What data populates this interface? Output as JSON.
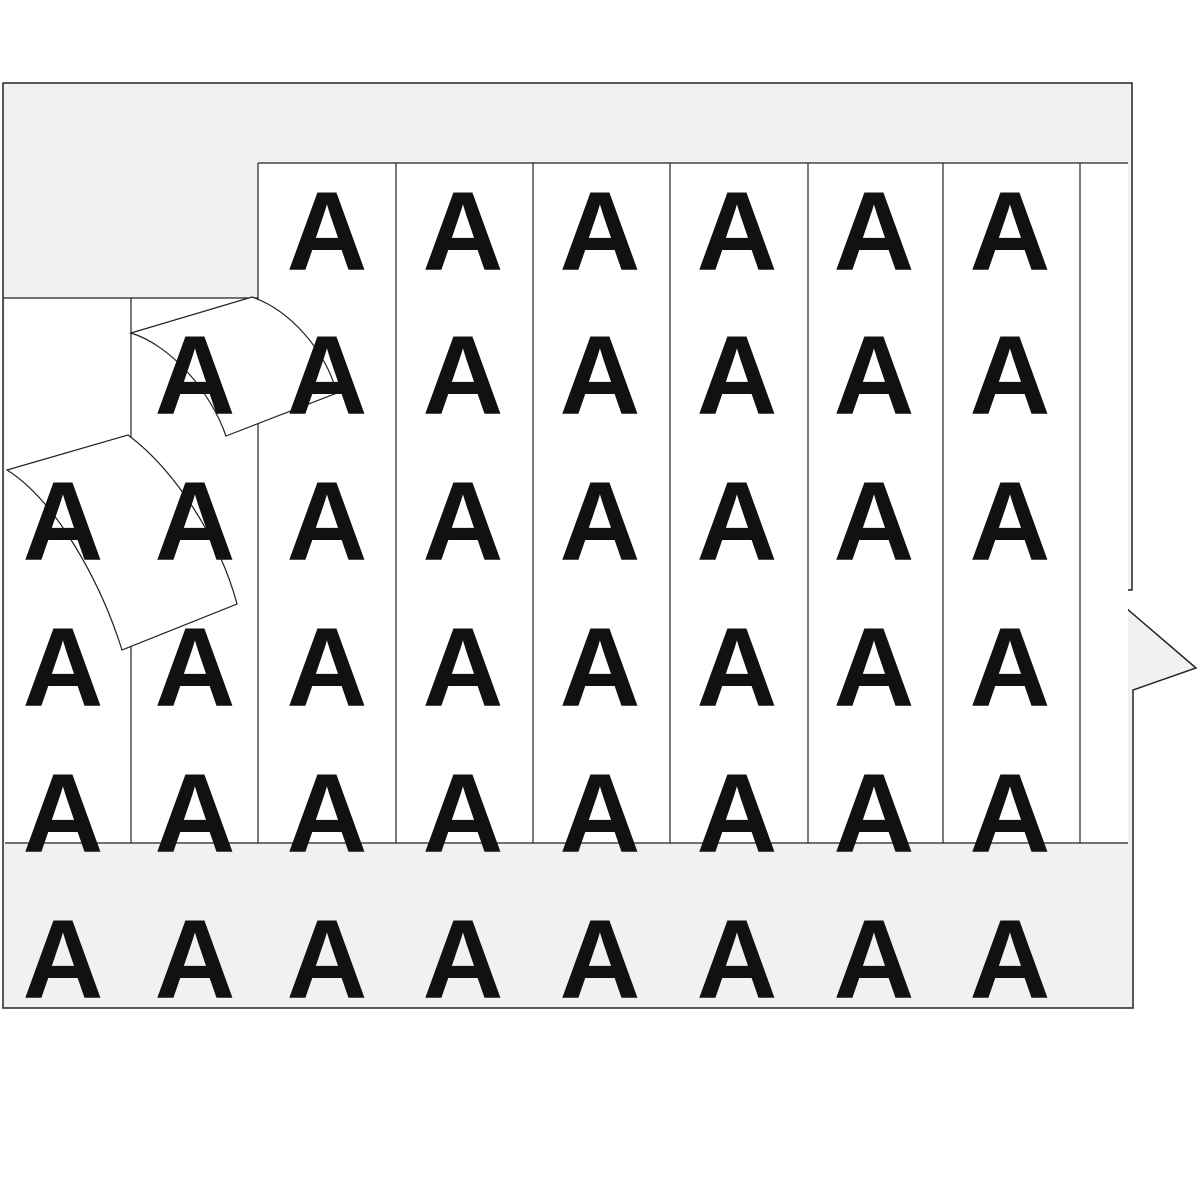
{
  "sheet": {
    "letter": "A",
    "columns": 8,
    "rows": 6,
    "colors": {
      "backing": "#f1f1f1",
      "label": "#ffffff",
      "outline": "#222222",
      "letter": "#111111"
    }
  }
}
